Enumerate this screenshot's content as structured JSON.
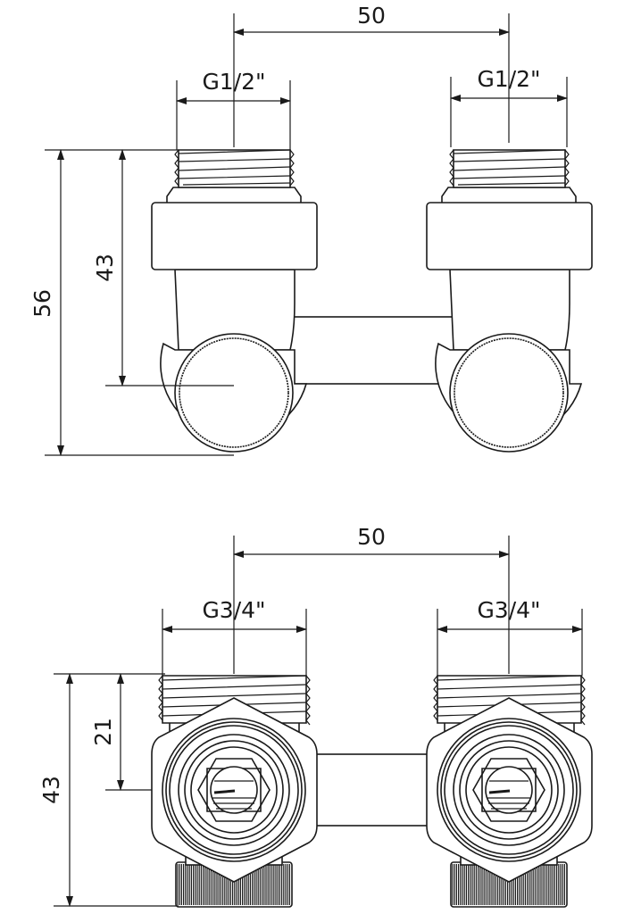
{
  "top_view": {
    "spacing_label": "50",
    "left_thread_label": "G1/2\"",
    "right_thread_label": "G1/2\"",
    "overall_height_label": "56",
    "axis_height_label": "43"
  },
  "bottom_view": {
    "spacing_label": "50",
    "left_thread_label": "G3/4\"",
    "right_thread_label": "G3/4\"",
    "overall_height_label": "43",
    "axis_height_label": "21"
  }
}
